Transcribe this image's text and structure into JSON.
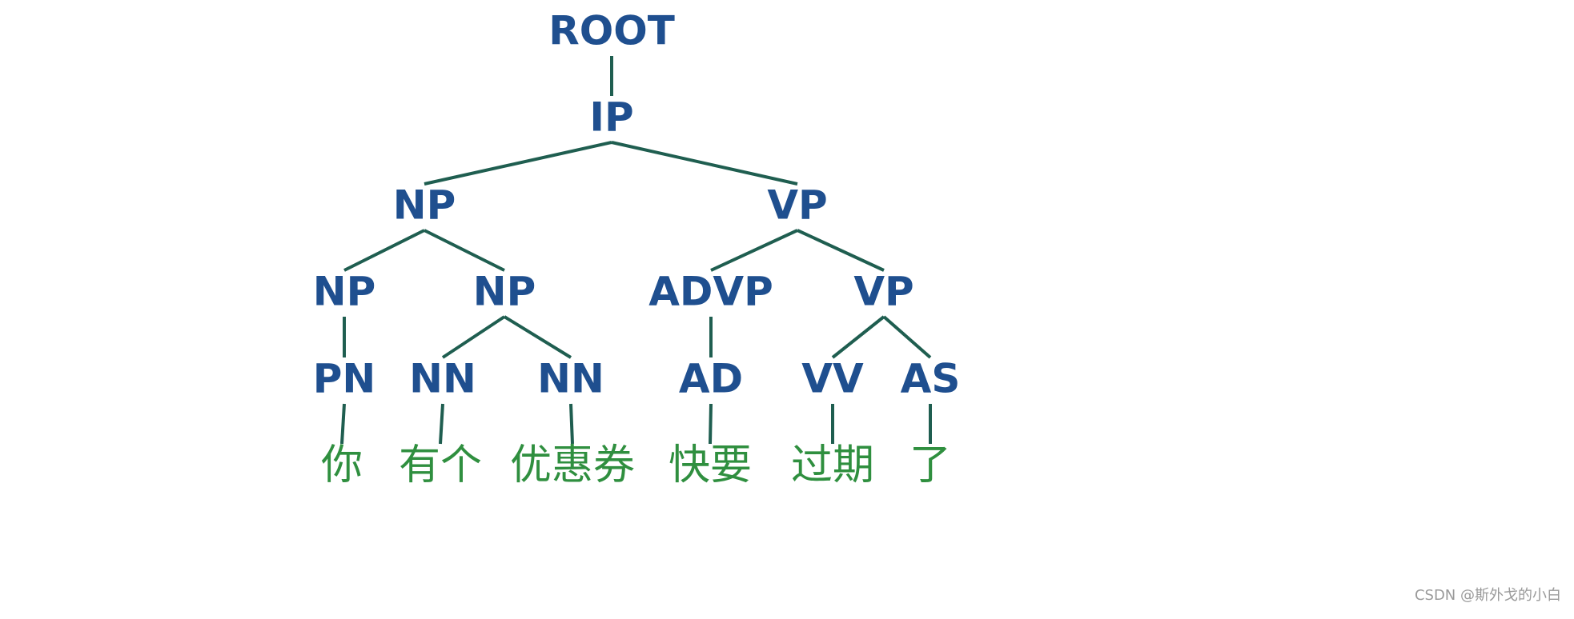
{
  "tree": {
    "root": {
      "label": "ROOT",
      "children": [
        {
          "label": "IP",
          "children": [
            {
              "label": "NP",
              "children": [
                {
                  "label": "NP",
                  "children": [
                    {
                      "label": "PN",
                      "children": [
                        {
                          "label": "你",
                          "word": true
                        }
                      ]
                    }
                  ]
                },
                {
                  "label": "NP",
                  "children": [
                    {
                      "label": "NN",
                      "children": [
                        {
                          "label": "有个",
                          "word": true
                        }
                      ]
                    },
                    {
                      "label": "NN",
                      "children": [
                        {
                          "label": "优惠券",
                          "word": true
                        }
                      ]
                    }
                  ]
                }
              ]
            },
            {
              "label": "VP",
              "children": [
                {
                  "label": "ADVP",
                  "children": [
                    {
                      "label": "AD",
                      "children": [
                        {
                          "label": "快要",
                          "word": true
                        }
                      ]
                    }
                  ]
                },
                {
                  "label": "VP",
                  "children": [
                    {
                      "label": "VV",
                      "children": [
                        {
                          "label": "过期",
                          "word": true
                        }
                      ]
                    },
                    {
                      "label": "AS",
                      "children": [
                        {
                          "label": "了",
                          "word": true
                        }
                      ]
                    }
                  ]
                }
              ]
            }
          ]
        }
      ]
    }
  },
  "colors": {
    "node": "#1f4f8f",
    "word": "#2f8f3f",
    "edge": "#1f5e50",
    "watermark": "#9a9a9a"
  },
  "watermark": "CSDN @斯外戈的小白"
}
